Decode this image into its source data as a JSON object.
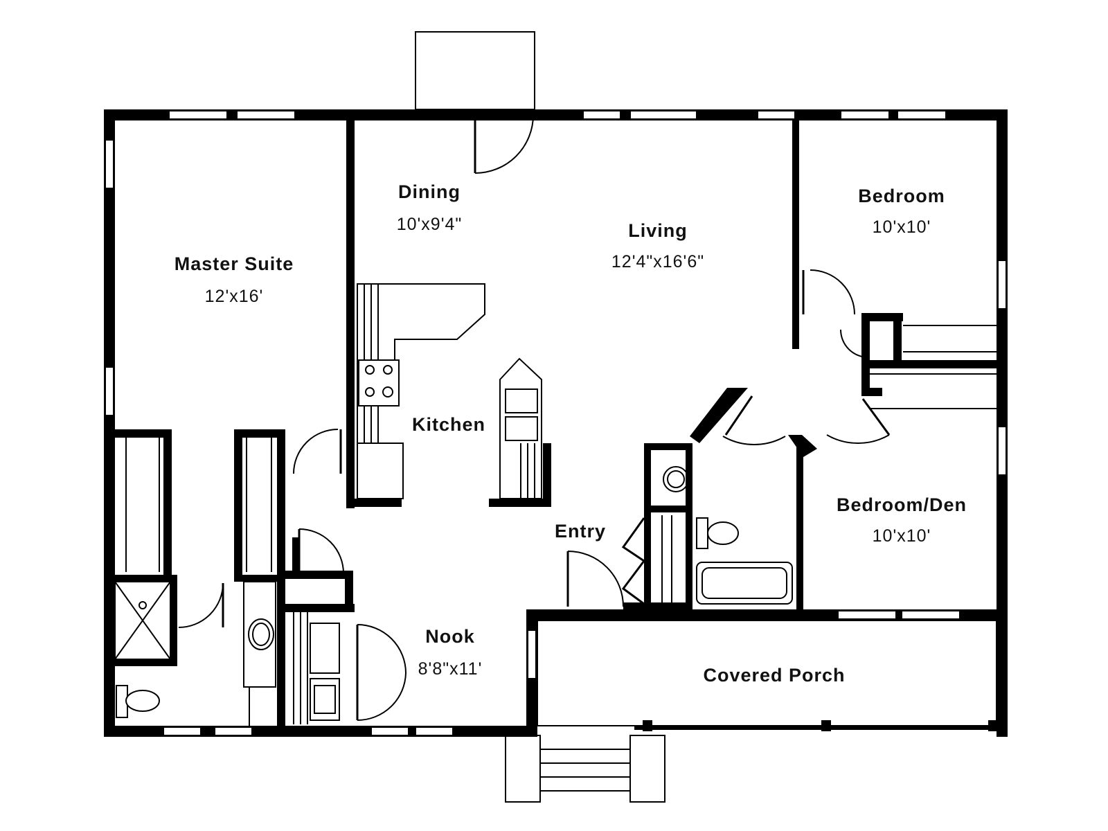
{
  "rooms": {
    "master_suite": {
      "name": "Master Suite",
      "size": "12'x16'"
    },
    "dining": {
      "name": "Dining",
      "size": "10'x9'4\""
    },
    "living": {
      "name": "Living",
      "size": "12'4\"x16'6\""
    },
    "bedroom": {
      "name": "Bedroom",
      "size": "10'x10'"
    },
    "kitchen": {
      "name": "Kitchen"
    },
    "entry": {
      "name": "Entry"
    },
    "bedroom_den": {
      "name": "Bedroom/Den",
      "size": "10'x10'"
    },
    "nook": {
      "name": "Nook",
      "size": "8'8\"x11'"
    },
    "covered_porch": {
      "name": "Covered Porch"
    }
  }
}
